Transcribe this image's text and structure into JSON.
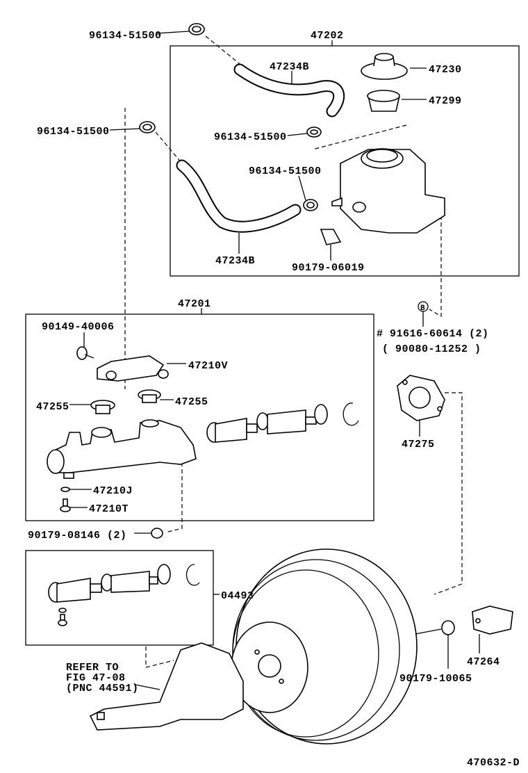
{
  "diagram": {
    "labels": {
      "clip_top": "96134-51500",
      "reservoir_assy": "47202",
      "hose_upper": "47234B",
      "cap": "47230",
      "strainer": "47299",
      "clip_left": "96134-51500",
      "clip_mid": "96134-51500",
      "clip_lower": "96134-51500",
      "hose_lower": "47234B",
      "nut_reservoir": "90179-06019",
      "master_cyl_assy": "47201",
      "ref_b": "B",
      "bolt_b": "# 91616-60614 (2)",
      "bolt_b_alt": "( 90080-11252 )",
      "screw": "90149-40006",
      "reservoir_sub": "47210V",
      "grommet_left": "47255",
      "grommet_right": "47255",
      "gasket": "47275",
      "gasket_j": "47210J",
      "plug_t": "47210T",
      "nut_mc": "90179-08146 (2)",
      "kit": "04493",
      "refer_1": "REFER TO",
      "refer_2": "FIG 47-08",
      "refer_3": "(PNC 44591)",
      "clevis": "47264",
      "nut_clevis": "90179-10065",
      "figure_id": "470632-D"
    }
  }
}
